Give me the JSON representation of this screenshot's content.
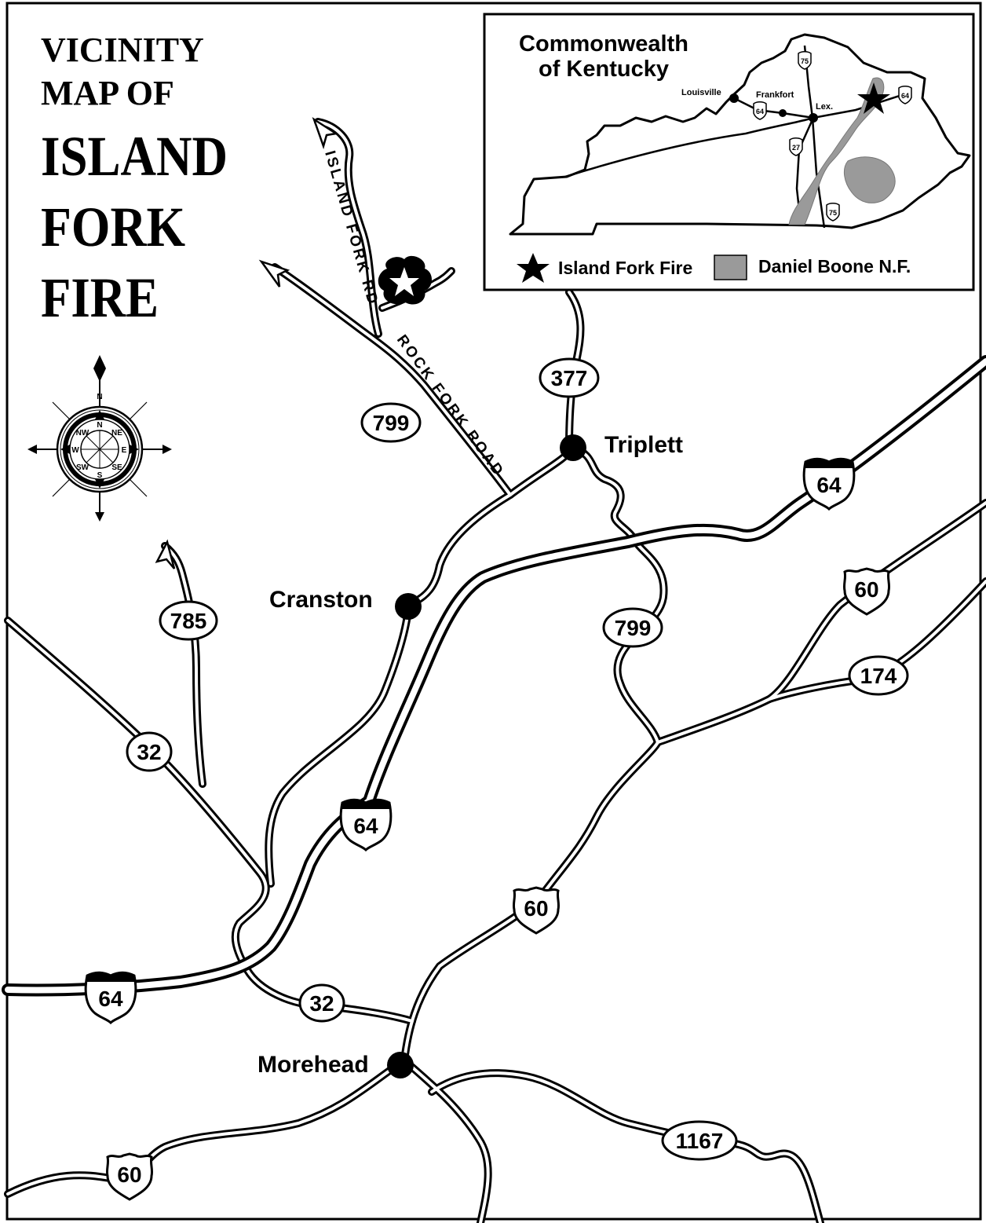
{
  "title": {
    "line1": "VICINITY",
    "line2": "MAP OF",
    "line3": "ISLAND",
    "line4": "FORK",
    "line5": "FIRE"
  },
  "towns": {
    "triplett": "Triplett",
    "cranston": "Cranston",
    "morehead": "Morehead"
  },
  "road_names": {
    "island_fork_rd": "ISLAND FORK RD.",
    "rock_fork_road": "ROCK FORK ROAD"
  },
  "shields": {
    "i64_west": "64",
    "i64_mid": "64",
    "i64_east": "64",
    "us60_east": "60",
    "us60_mid": "60",
    "us60_sw": "60",
    "ky377": "377",
    "ky799_north": "799",
    "ky799_east": "799",
    "ky785": "785",
    "ky32_north": "32",
    "ky32_south": "32",
    "ky174": "174",
    "ky1167": "1167"
  },
  "compass": {
    "n": "N",
    "ne": "NE",
    "e": "E",
    "se": "SE",
    "s": "S",
    "sw": "SW",
    "w": "W",
    "nw": "NW",
    "n_outer": "N"
  },
  "inset": {
    "title_line1": "Commonwealth",
    "title_line2": "of Kentucky",
    "cities": {
      "louisville": "Louisville",
      "frankfort": "Frankfort",
      "lexington": "Lex."
    },
    "shields": {
      "i75_north": "75",
      "i64_west": "64",
      "i64_east": "64",
      "us27": "27",
      "i75_south": "75"
    },
    "legend": {
      "fire_label": "Island Fork Fire",
      "forest_label": "Daniel Boone N.F."
    }
  },
  "colors": {
    "ink": "#000000",
    "paper": "#ffffff",
    "forest_gray": "#9a9a9a"
  }
}
